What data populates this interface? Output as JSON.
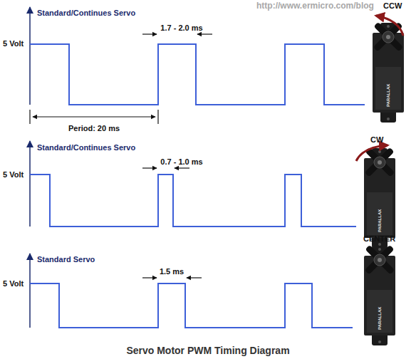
{
  "diagram": {
    "caption": "Servo Motor PWM Timing Diagram",
    "labels": [
      "http://www.ermicro.com/blog",
      "Standard/Continues Servo",
      "5 Volt",
      "1.7 - 2.0 ms",
      "Period: 20 ms",
      "CCW",
      "PARALLAX",
      "Standard/Continues Servo",
      "5 Volt",
      "0.7 - 1.0 ms",
      "CW",
      "PARALLAX",
      "Standard Servo",
      "5 Volt",
      "1.5 ms",
      "CENTER",
      "PARALLAX"
    ]
  }
}
